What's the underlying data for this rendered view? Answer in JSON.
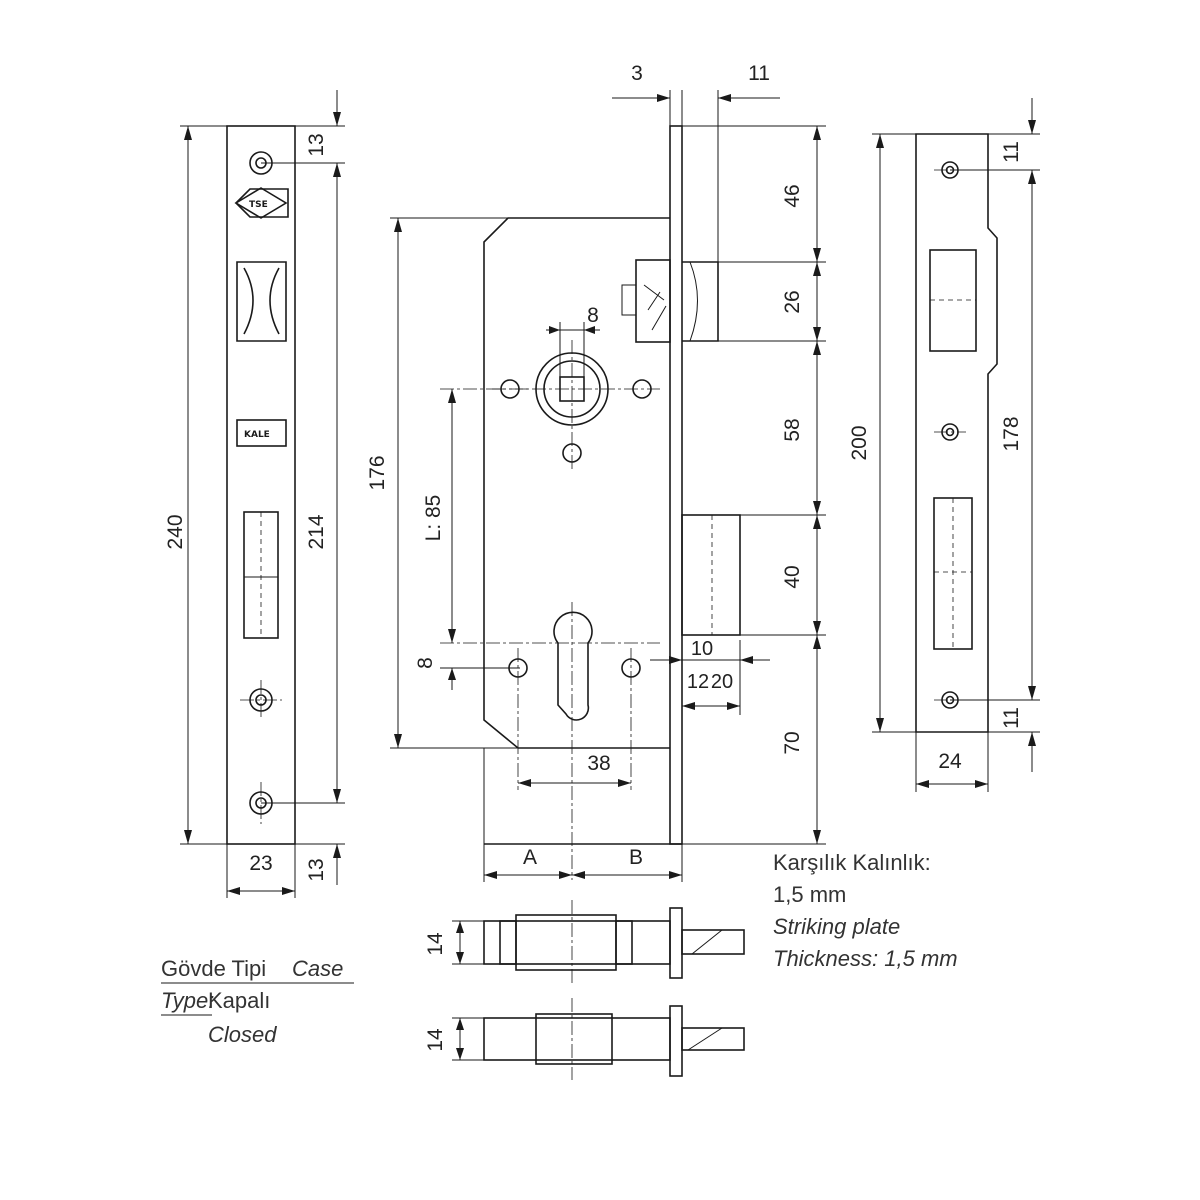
{
  "front_plate": {
    "width": "23",
    "height": "240",
    "hole_spacing": "214",
    "top_offset": "13",
    "bottom_offset": "13",
    "logo_top": "TSE",
    "logo_bottom": "KALE"
  },
  "lock_body": {
    "plate_thickness": "3",
    "bolt_projection": "11",
    "seg_top": "46",
    "seg_latch": "26",
    "seg_mid": "58",
    "seg_bolt": "40",
    "seg_bottom": "70",
    "body_height": "176",
    "center_distance": "L: 85",
    "spindle": "8",
    "cyl_offset": "8",
    "screw_spacing": "38",
    "bolt_width": "10",
    "bolt_depth": "12",
    "bolt_throw": "20",
    "label_a": "A",
    "label_b": "B"
  },
  "side_views": {
    "thickness_top": "14",
    "thickness_bottom": "14"
  },
  "striking_plate": {
    "height": "200",
    "hole_spacing": "178",
    "top_offset": "11",
    "bottom_offset": "11",
    "width": "24"
  },
  "notes": {
    "thickness_tr": "Karşılık Kalınlık:",
    "thickness_value": "1,5 mm",
    "thickness_en_1": "Striking plate",
    "thickness_en_2": "Thickness: 1,5 mm",
    "case_tr": "Gövde Tipi",
    "case_en_a": "Case",
    "case_en_b": "Type:",
    "case_value_tr": "Kapalı",
    "case_value_en": "Closed"
  }
}
